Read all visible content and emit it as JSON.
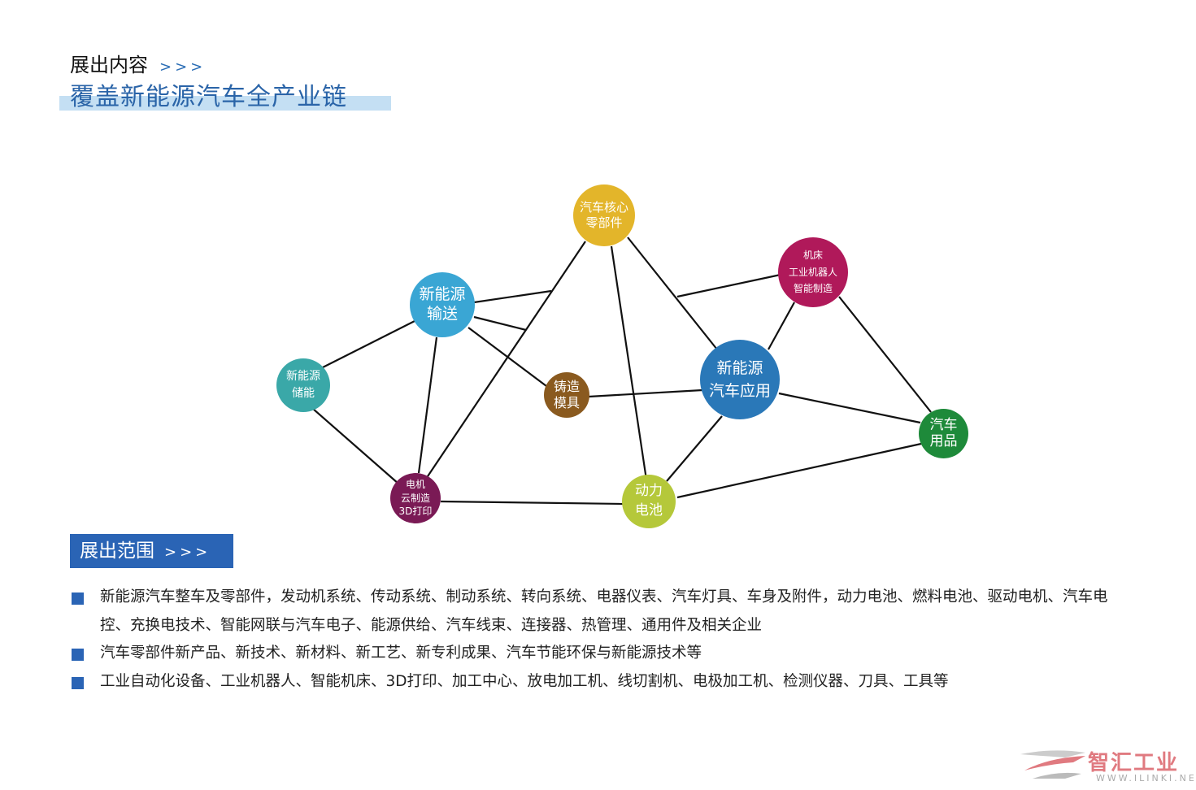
{
  "header": {
    "title": "展出内容",
    "arrows": ">>>",
    "subtitle": "覆盖新能源汽车全产业链"
  },
  "diagram": {
    "nodes": [
      {
        "id": "core_parts",
        "label": "汽车核心\n零部件",
        "color": "#e3b52a"
      },
      {
        "id": "transmission",
        "label": "新能源\n输送",
        "color": "#3aa6d4"
      },
      {
        "id": "machinery",
        "label": "机床\n工业机器人\n智能制造",
        "color": "#b0195a"
      },
      {
        "id": "storage",
        "label": "新能源\n储能",
        "color": "#3aa8a8"
      },
      {
        "id": "casting",
        "label": "铸造\n模具",
        "color": "#8a5a1f"
      },
      {
        "id": "ev_app",
        "label": "新能源\n汽车应用",
        "color": "#2a78b8"
      },
      {
        "id": "supplies",
        "label": "汽车\n用品",
        "color": "#1e8a3a"
      },
      {
        "id": "motor",
        "label": "电机\n云制造\n3D打印",
        "color": "#7a1a55"
      },
      {
        "id": "battery",
        "label": "动力\n电池",
        "color": "#b5c83a"
      }
    ]
  },
  "scope": {
    "title": "展出范围",
    "arrows": ">>>",
    "items": [
      "新能源汽车整车及零部件，发动机系统、传动系统、制动系统、转向系统、电器仪表、汽车灯具、车身及附件，动力电池、燃料电池、驱动电机、汽车电控、充换电技术、智能网联与汽车电子、能源供给、汽车线束、连接器、热管理、通用件及相关企业",
      "汽车零部件新产品、新技术、新材料、新工艺、新专利成果、汽车节能环保与新能源技术等",
      "工业自动化设备、工业机器人、智能机床、3D打印、加工中心、放电加工机、线切割机、电极加工机、检测仪器、刀具、工具等"
    ]
  },
  "watermark": {
    "name": "智汇工业",
    "url": "WWW.ILINKI.NET"
  }
}
